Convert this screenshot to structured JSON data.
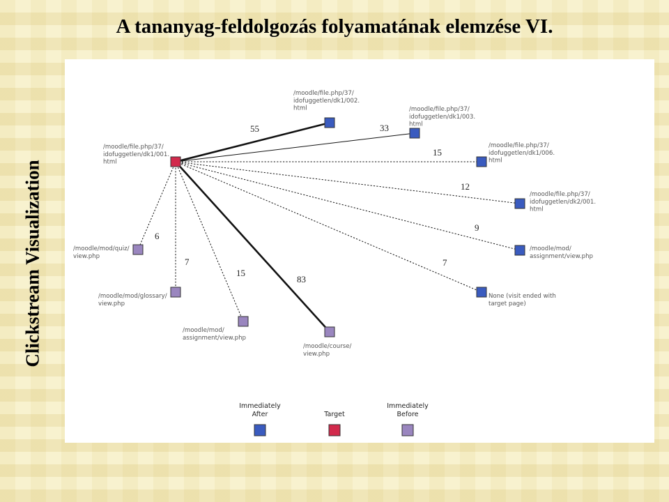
{
  "title": "A tananyag-feldolgozás folyamatának elemzése VI.",
  "side_title": "Clickstream Visualization",
  "colors": {
    "after": "#3a5bbf",
    "target": "#d22a4c",
    "before": "#9a86bf",
    "node_border": "#333333"
  },
  "target": {
    "category": "target",
    "label_lines": [
      "/moodle/file.php/37/",
      "idofuggetlen/dk1/001.",
      "html"
    ]
  },
  "nodes": [
    {
      "category": "after",
      "count": "55",
      "line_style": "bold",
      "label_lines": [
        "/moodle/file.php/37/",
        "idofuggetlen/dk1/002.",
        "html"
      ]
    },
    {
      "category": "after",
      "count": "33",
      "line_style": "solid",
      "label_lines": [
        "/moodle/file.php/37/",
        "idofuggetlen/dk1/003.",
        "html"
      ]
    },
    {
      "category": "after",
      "count": "15",
      "line_style": "dashed",
      "label_lines": [
        "/moodle/file.php/37/",
        "idofuggetlen/dk1/006.",
        "html"
      ]
    },
    {
      "category": "after",
      "count": "12",
      "line_style": "dashed",
      "label_lines": [
        "/moodle/file.php/37/",
        "idofuggetlen/dk2/001.",
        "html"
      ]
    },
    {
      "category": "after",
      "count": "9",
      "line_style": "dashed",
      "label_lines": [
        "/moodle/mod/",
        "assignment/view.php"
      ]
    },
    {
      "category": "after",
      "count": "7",
      "line_style": "dashed",
      "label_lines": [
        "None (visit ended with",
        "target page)"
      ]
    },
    {
      "category": "before",
      "count": "6",
      "line_style": "dashed",
      "label_lines": [
        "/moodle/mod/quiz/",
        "view.php"
      ]
    },
    {
      "category": "before",
      "count": "7",
      "line_style": "dashed",
      "label_lines": [
        "/moodle/mod/glossary/",
        "view.php"
      ]
    },
    {
      "category": "before",
      "count": "15",
      "line_style": "dashed",
      "label_lines": [
        "/moodle/mod/",
        "assignment/view.php"
      ]
    },
    {
      "category": "before",
      "count": "83",
      "line_style": "bold",
      "label_lines": [
        "/moodle/course/",
        "view.php"
      ]
    }
  ],
  "legend": [
    {
      "category": "after",
      "label_lines": [
        "Immediately",
        "After"
      ]
    },
    {
      "category": "target",
      "label_lines": [
        "Target"
      ]
    },
    {
      "category": "before",
      "label_lines": [
        "Immediately",
        "Before"
      ]
    }
  ]
}
